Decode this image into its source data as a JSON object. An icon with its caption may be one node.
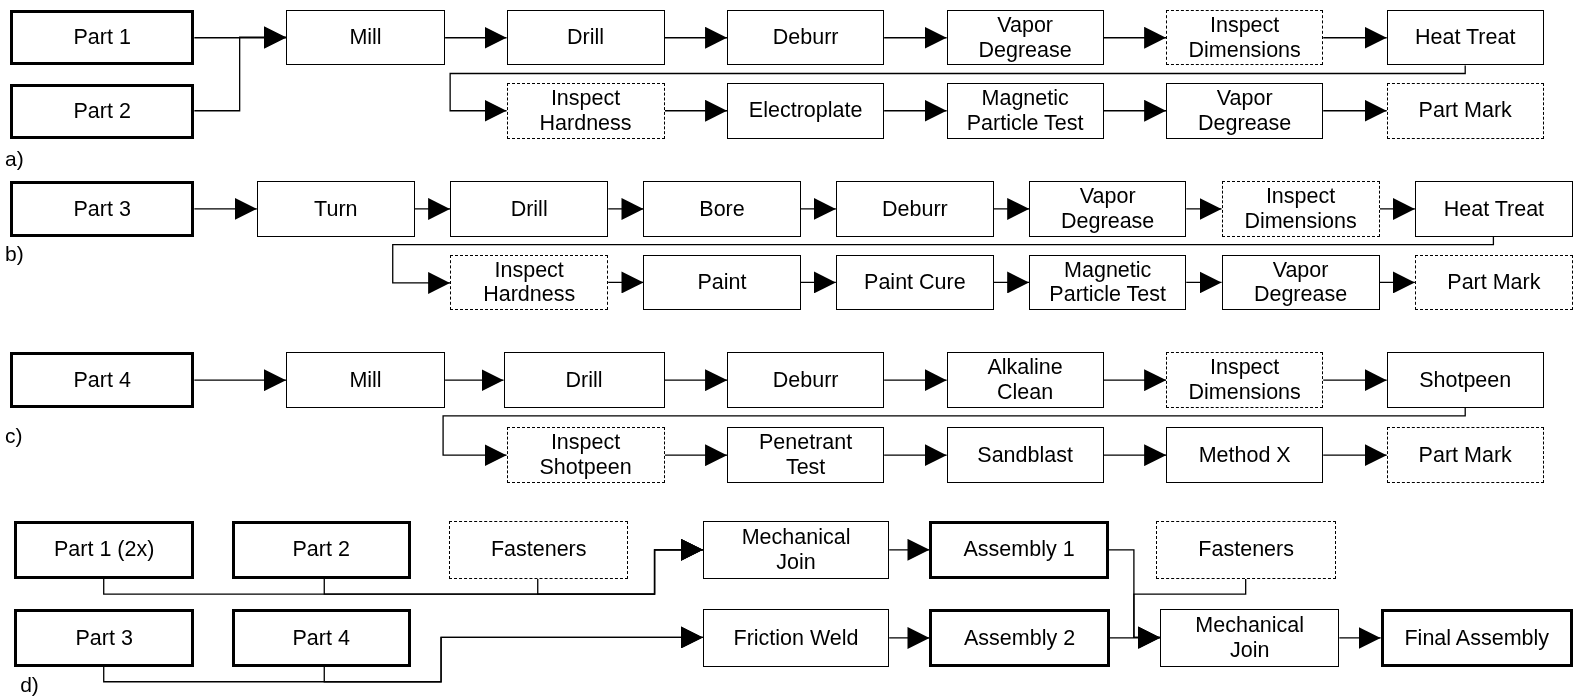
{
  "diagram": {
    "nodes": [
      {
        "text": [
          "Part 1"
        ]
      },
      {
        "text": [
          "Part 2"
        ]
      },
      {
        "text": [
          "Mill"
        ]
      },
      {
        "text": [
          "Drill"
        ]
      },
      {
        "text": [
          "Deburr"
        ]
      },
      {
        "text": [
          "Vapor Degrease"
        ]
      },
      {
        "text": [
          "Inspect Dimensions"
        ]
      },
      {
        "text": [
          "Heat Treat"
        ]
      },
      {
        "text": [
          "Inspect Hardness"
        ]
      },
      {
        "text": [
          "Electroplate"
        ]
      },
      {
        "text": [
          "Magnetic Particle Test"
        ]
      },
      {
        "text": [
          "Vapor Degrease"
        ]
      },
      {
        "text": [
          "Part Mark"
        ]
      },
      {
        "text": [
          "Part 3"
        ]
      },
      {
        "text": [
          "Turn"
        ]
      },
      {
        "text": [
          "Drill"
        ]
      },
      {
        "text": [
          "Bore"
        ]
      },
      {
        "text": [
          "Deburr"
        ]
      },
      {
        "text": [
          "Vapor Degrease"
        ]
      },
      {
        "text": [
          "Inspect Dimensions"
        ]
      },
      {
        "text": [
          "Heat Treat"
        ]
      },
      {
        "text": [
          "Inspect Hardness"
        ]
      },
      {
        "text": [
          "Paint"
        ]
      },
      {
        "text": [
          "Paint Cure"
        ]
      },
      {
        "text": [
          "Magnetic Particle Test"
        ]
      },
      {
        "text": [
          "Vapor Degrease"
        ]
      },
      {
        "text": [
          "Part Mark"
        ]
      },
      {
        "text": [
          "Part 4"
        ]
      },
      {
        "text": [
          "Mill"
        ]
      },
      {
        "text": [
          "Drill"
        ]
      },
      {
        "text": [
          "Deburr"
        ]
      },
      {
        "text": [
          "Alkaline Clean"
        ]
      },
      {
        "text": [
          "Inspect Dimensions"
        ]
      },
      {
        "text": [
          "Shotpeen"
        ]
      },
      {
        "text": [
          "Inspect Shotpeen"
        ]
      },
      {
        "text": [
          "Penetrant Test"
        ]
      },
      {
        "text": [
          "Sandblast"
        ]
      },
      {
        "text": [
          "Method X"
        ]
      },
      {
        "text": [
          "Part Mark"
        ]
      },
      {
        "text": [
          "Part 1 (2x)"
        ]
      },
      {
        "text": [
          "Part 2"
        ]
      },
      {
        "text": [
          "Fasteners"
        ]
      },
      {
        "text": [
          "Mechanical Join"
        ]
      },
      {
        "text": [
          "Assembly 1"
        ]
      },
      {
        "text": [
          "Fasteners"
        ]
      },
      {
        "text": [
          "Part 3"
        ]
      },
      {
        "text": [
          "Part 4"
        ]
      },
      {
        "text": [
          "Friction Weld"
        ]
      },
      {
        "text": [
          "Assembly 2"
        ]
      },
      {
        "text": [
          "Mechanical Join"
        ]
      },
      {
        "text": [
          "Final Assembly"
        ]
      }
    ],
    "edges": [
      {
        "from": 0,
        "to": 2,
        "arrow": "to"
      },
      {
        "from": 1,
        "to": 2,
        "arrow": "to"
      },
      {
        "from": 2,
        "to": 3,
        "arrow": "to"
      },
      {
        "from": 3,
        "to": 4,
        "arrow": "to"
      },
      {
        "from": 4,
        "to": 5,
        "arrow": "to"
      },
      {
        "from": 5,
        "to": 6,
        "arrow": "to"
      },
      {
        "from": 6,
        "to": 7,
        "arrow": "to"
      },
      {
        "from": 7,
        "to": 8,
        "arrow": "to"
      },
      {
        "from": 8,
        "to": 9,
        "arrow": "to"
      },
      {
        "from": 9,
        "to": 10,
        "arrow": "to"
      },
      {
        "from": 10,
        "to": 11,
        "arrow": "to"
      },
      {
        "from": 11,
        "to": 12,
        "arrow": "to"
      },
      {
        "from": 13,
        "to": 14,
        "arrow": "to"
      },
      {
        "from": 14,
        "to": 15,
        "arrow": "to"
      },
      {
        "from": 15,
        "to": 16,
        "arrow": "to"
      },
      {
        "from": 16,
        "to": 17,
        "arrow": "to"
      },
      {
        "from": 17,
        "to": 18,
        "arrow": "to"
      },
      {
        "from": 18,
        "to": 19,
        "arrow": "to"
      },
      {
        "from": 19,
        "to": 20,
        "arrow": "to"
      },
      {
        "from": 20,
        "to": 21,
        "arrow": "to"
      },
      {
        "from": 21,
        "to": 22,
        "arrow": "to"
      },
      {
        "from": 22,
        "to": 23,
        "arrow": "to"
      },
      {
        "from": 23,
        "to": 24,
        "arrow": "to"
      },
      {
        "from": 24,
        "to": 25,
        "arrow": "to"
      },
      {
        "from": 25,
        "to": 26,
        "arrow": "to"
      },
      {
        "from": 27,
        "to": 28,
        "arrow": "to"
      },
      {
        "from": 28,
        "to": 29,
        "arrow": "to"
      },
      {
        "from": 29,
        "to": 30,
        "arrow": "to"
      },
      {
        "from": 30,
        "to": 31,
        "arrow": "to"
      },
      {
        "from": 31,
        "to": 32,
        "arrow": "to"
      },
      {
        "from": 32,
        "to": 33,
        "arrow": "to"
      },
      {
        "from": 33,
        "to": 34,
        "arrow": "to"
      },
      {
        "from": 34,
        "to": 35,
        "arrow": "to"
      },
      {
        "from": 35,
        "to": 36,
        "arrow": "to"
      },
      {
        "from": 36,
        "to": 37,
        "arrow": "to"
      },
      {
        "from": 37,
        "to": 38,
        "arrow": "to"
      },
      {
        "from": 39,
        "to": 42,
        "arrow": "to"
      },
      {
        "from": 40,
        "to": 42,
        "arrow": "to"
      },
      {
        "from": 41,
        "to": 42,
        "arrow": "to"
      },
      {
        "from": 42,
        "to": 43,
        "arrow": "to"
      },
      {
        "from": 45,
        "to": 47,
        "arrow": "to"
      },
      {
        "from": 46,
        "to": 47,
        "arrow": "to"
      },
      {
        "from": 47,
        "to": 48,
        "arrow": "to"
      },
      {
        "from": 43,
        "to": 49,
        "arrow": "to"
      },
      {
        "from": 44,
        "to": 49,
        "arrow": "to"
      },
      {
        "from": 48,
        "to": 49,
        "arrow": "to"
      },
      {
        "from": 49,
        "to": 50,
        "arrow": "to"
      }
    ],
    "labels": [
      "a)",
      "b)",
      "c)",
      "d)"
    ]
  }
}
